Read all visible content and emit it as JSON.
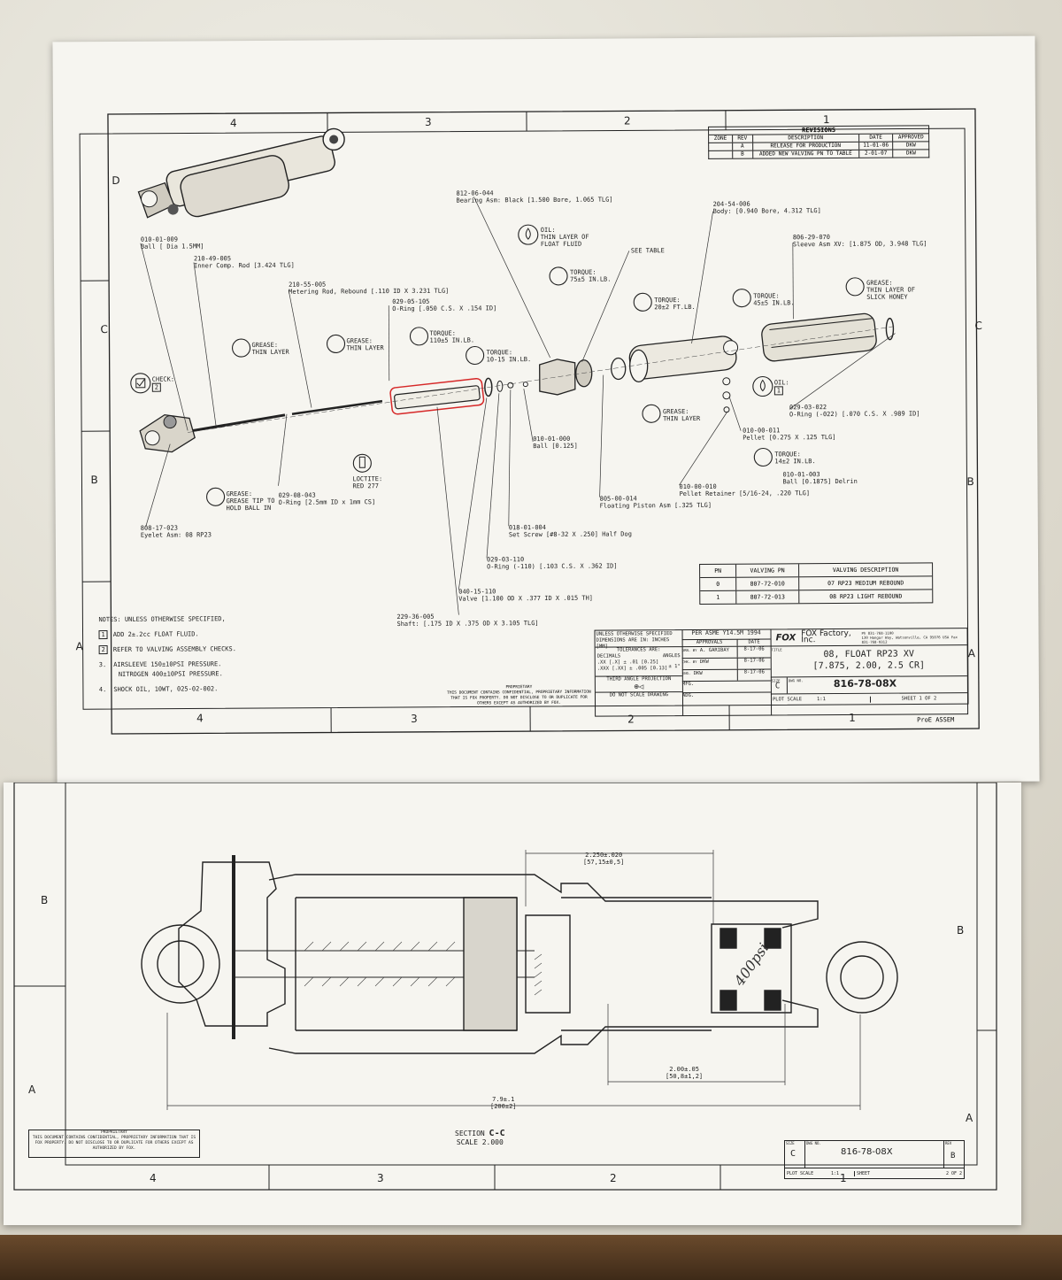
{
  "sheet1": {
    "zones_top": [
      "4",
      "3",
      "2",
      "1"
    ],
    "zones_bottom": [
      "4",
      "3",
      "2",
      "1"
    ],
    "rows_left": [
      "D",
      "C",
      "B",
      "A"
    ],
    "rows_right": [
      "C",
      "B",
      "A"
    ],
    "revisions": {
      "title": "REVISIONS",
      "headers": [
        "ZONE",
        "REV",
        "DESCRIPTION",
        "DATE",
        "APPROVED"
      ],
      "rows": [
        [
          "",
          "A",
          "RELEASE FOR PRODUCTION",
          "11-01-06",
          "DKW"
        ],
        [
          "",
          "B",
          "ADDED NEW VALVING PN TO TABLE",
          "2-01-07",
          "DKW"
        ]
      ]
    },
    "callouts": {
      "c812": "812-06-044",
      "c812d": "Bearing Asm: Black [1.500 Bore, 1.065 TLG]",
      "c204": "204-54-006",
      "c204d": "Body: [0.940 Bore, 4.312 TLG]",
      "c806": "806-29-070",
      "c806d": "Sleeve Asm XV: [1.875 OD, 3.948 TLG]",
      "c010_009": "010-01-009",
      "c010_009d": "Ball [ Dia 1.5MM]",
      "c210_49": "210-49-005",
      "c210_49d": "Inner Comp. Rod [3.424 TLG]",
      "c210_55": "210-55-005",
      "c210_55d": "Metering Rod, Rebound [.110 ID X 3.231 TLG]",
      "c029_05": "029-05-105",
      "c029_05d": "O-Ring [.050 C.S. X .154 ID]",
      "see_table": "SEE TABLE",
      "oil1": "OIL:",
      "oil1d": "THIN LAYER OF FLOAT FLUID",
      "torque1": "TORQUE:",
      "torque1d": "75±5 IN.LB.",
      "torque2": "TORQUE:",
      "torque2d": "110±5 IN.LB.",
      "torque3": "TORQUE:",
      "torque3d": "10-15 IN.LB.",
      "torque4": "TORQUE:",
      "torque4d": "20±2 FT.LB.",
      "torque5": "TORQUE:",
      "torque5d": "45±5 IN.LB.",
      "torque6": "TORQUE:",
      "torque6d": "14±2 IN.LB.",
      "grease1": "GREASE:",
      "grease1d": "THIN LAYER",
      "grease2": "GREASE:",
      "grease2d": "THIN LAYER",
      "grease3": "GREASE:",
      "grease3d": "THIN LAYER OF SLICK HONEY",
      "grease4": "GREASE:",
      "grease4d": "THIN LAYER",
      "grease5": "GREASE:",
      "grease5d": "GREASE TIP TO HOLD BALL IN",
      "check": "CHECK:",
      "check_num": "2",
      "oil2": "OIL:",
      "oil2d": "1",
      "loctite": "LOCTITE:",
      "loctited": "RED 277",
      "c029_03_022": "029-03-022",
      "c029_03_022d": "O-Ring (-022) [.070 C.S. X .989 ID]",
      "c010_00_011": "010-00-011",
      "c010_00_011d": "Pellet [0.275 X .125 TLG]",
      "c010_01_003": "010-01-003",
      "c010_01_003d": "Ball [0.1875] Delrin",
      "c010_00_010": "010-00-010",
      "c010_00_010d": "Pellet Retainer [5/16-24, .220 TLG]",
      "c010_01_000": "010-01-000",
      "c010_01_000d": "Ball [0.125]",
      "c805": "805-00-014",
      "c805d": "Floating Piston Asm [.325 TLG]",
      "c018": "018-01-004",
      "c018d": "Set Screw [#8-32 X .250] Half Dog",
      "c029_03_110": "029-03-110",
      "c029_03_110d": "O-Ring (-110) [.103 C.S. X .362 ID]",
      "c040": "040-15-110",
      "c040d": "Valve [1.100 OD X .377 ID  X  .015 TH]",
      "c229": "229-36-005",
      "c229d": "Shaft: [.175 ID X .375 OD X 3.105 TLG]",
      "c029_08": "029-08-043",
      "c029_08d": "O-Ring [2.5mm ID x 1mm CS]",
      "c808": "808-17-023",
      "c808d": "Eyelet Asm: 08 RP23"
    },
    "valving": {
      "headers": [
        "PN",
        "VALVING PN",
        "VALVING DESCRIPTION"
      ],
      "rows": [
        [
          "0",
          "807-72-010",
          "07 RP23 MEDIUM REBOUND"
        ],
        [
          "1",
          "807-72-013",
          "08 RP23 LIGHT REBOUND"
        ]
      ]
    },
    "notes": {
      "title": "NOTES: UNLESS OTHERWISE SPECIFIED,",
      "n1_num": "1",
      "n1": "ADD 2±.2cc FLOAT FLUID.",
      "n2_num": "2",
      "n2": "REFER TO VALVING ASSEMBLY CHECKS.",
      "n3_num": "3.",
      "n3a": "AIRSLEEVE 150±10PSI PRESSURE.",
      "n3b": "NITROGEN 400±10PSI PRESSURE.",
      "n4_num": "4.",
      "n4": "SHOCK OIL, 10WT, 025-02-002."
    },
    "title_block": {
      "unless": "UNLESS OTHERWISE SPECIFIED DIMENSIONS ARE IN: INCHES [MM]",
      "tolerances": "TOLERANCES ARE:",
      "decimals": "DECIMALS",
      "angles": "ANGLES",
      "tol1": ".XX [.X] ± .01 [0.25]",
      "tol2": ".XXX [.XX] ± .005 [0.13]",
      "angle_tol": "± 1°",
      "third_angle": "THIRD ANGLE PROJECTION",
      "do_not_scale": "DO NOT SCALE DRAWING",
      "proprietary_head": "PROPRIETARY",
      "proprietary": "THIS DOCUMENT CONTAINS CONFIDENTIAL, PROPRIETARY INFORMATION THAT IS FOX PROPERTY. DO NOT DISCLOSE TO OR DUPLICATE FOR OTHERS EXCEPT AS AUTHORIZED BY FOX.",
      "asme": "PER ASME Y14.5M 1994",
      "approvals": "APPROVALS",
      "date_h": "DATE",
      "drn": "DRN. BY",
      "drn_name": "A. GARIBAY",
      "drn_date": "8-17-06",
      "chk": "CHK. BY",
      "chk_name": "DKW",
      "chk_date": "8-17-06",
      "eng": "ENG.",
      "eng_name": "DKW",
      "eng_date": "8-17-06",
      "mfg": "MFG.",
      "adg": "ADG.",
      "logo": "FOX",
      "company": "FOX Factory, Inc.",
      "address": "130 Hangar Way, Watsonville, CA 95076 USA",
      "phone": "Ph 831-768-1100",
      "fax": "Fax 831-768-9312",
      "title_label": "TITLE",
      "title1": "08, FLOAT RP23 XV",
      "title2": "[7.875, 2.00, 2.5 CR]",
      "size_label": "SIZE",
      "size": "C",
      "dwg_label": "DWG NO.",
      "dwg": "816-78-08X",
      "plot_scale_label": "PLOT SCALE",
      "plot_scale": "1:1",
      "sheet": "SHEET 1 OF 2",
      "proe": "ProE ASSEM"
    }
  },
  "sheet2": {
    "rows_left": [
      "B",
      "A"
    ],
    "rows_right": [
      "B",
      "A"
    ],
    "zones_bottom": [
      "4",
      "3",
      "2",
      "1"
    ],
    "dim1": "2.250±.020",
    "dim1b": "[57,15±0,5]",
    "dim2": "2.00±.05",
    "dim2b": "[50,8±1,2]",
    "dim3": "7.9±.1",
    "dim3b": "[200±2]",
    "handwriting": "400psi",
    "section": "SECTION",
    "section_id": "C-C",
    "scale": "SCALE  2.000",
    "proprietary_head": "PROPRIETARY",
    "proprietary": "THIS DOCUMENT CONTAINS CONFIDENTIAL, PROPRIETARY INFORMATION THAT IS FOX PROPERTY. DO NOT DISCLOSE TO OR DUPLICATE FOR OTHERS EXCEPT AS AUTHORIZED BY FOX.",
    "size_label": "SIZE",
    "size": "C",
    "dwg_label": "DWG NO.",
    "dwg": "816-78-08X",
    "rev_label": "REV",
    "rev": "B",
    "plot_scale_label": "PLOT SCALE",
    "plot_scale": "1:1",
    "sheet_label": "SHEET",
    "sheet": "2 OF 2"
  },
  "colors": {
    "ink": "#222222",
    "highlight": "#d62828",
    "paper": "#f6f5f0"
  }
}
